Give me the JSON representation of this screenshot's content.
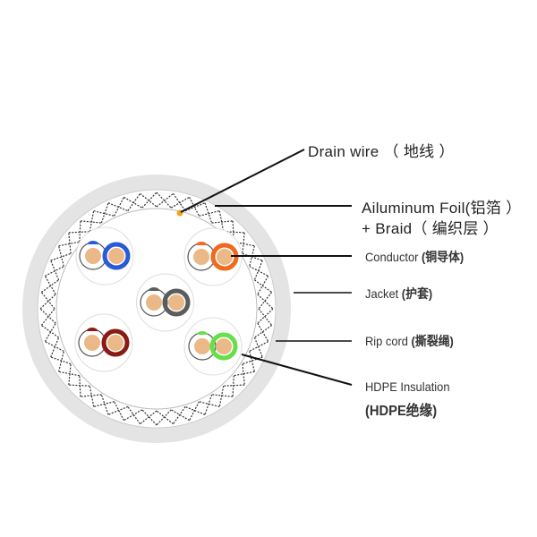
{
  "labels": {
    "drain_wire": "Drain wire （ 地线 ）",
    "foil_line1": "Ailuminum Foil(铝箔 ）",
    "foil_line2": "+ Braid（ 编织层 ）",
    "conductor": "Conductor",
    "conductor_cn": "(铜导体)",
    "jacket": "Jacket",
    "jacket_cn": "(护套)",
    "rip_cord": "Rip cord",
    "rip_cord_cn": "(撕裂绳)",
    "hdpe": "HDPE Insulation",
    "hdpe_cn": "(HDPE绝缘)"
  },
  "pairs": [
    {
      "name": "blue",
      "color": "#2a5bd6"
    },
    {
      "name": "orange",
      "color": "#ee6a1e"
    },
    {
      "name": "gray",
      "color": "#5a5d5e"
    },
    {
      "name": "brown-red",
      "color": "#8a1a14"
    },
    {
      "name": "green",
      "color": "#66e04a"
    }
  ],
  "colors": {
    "jacket": "#e4e4e4",
    "copper": "#eab987",
    "drain": "#f2a51c"
  }
}
